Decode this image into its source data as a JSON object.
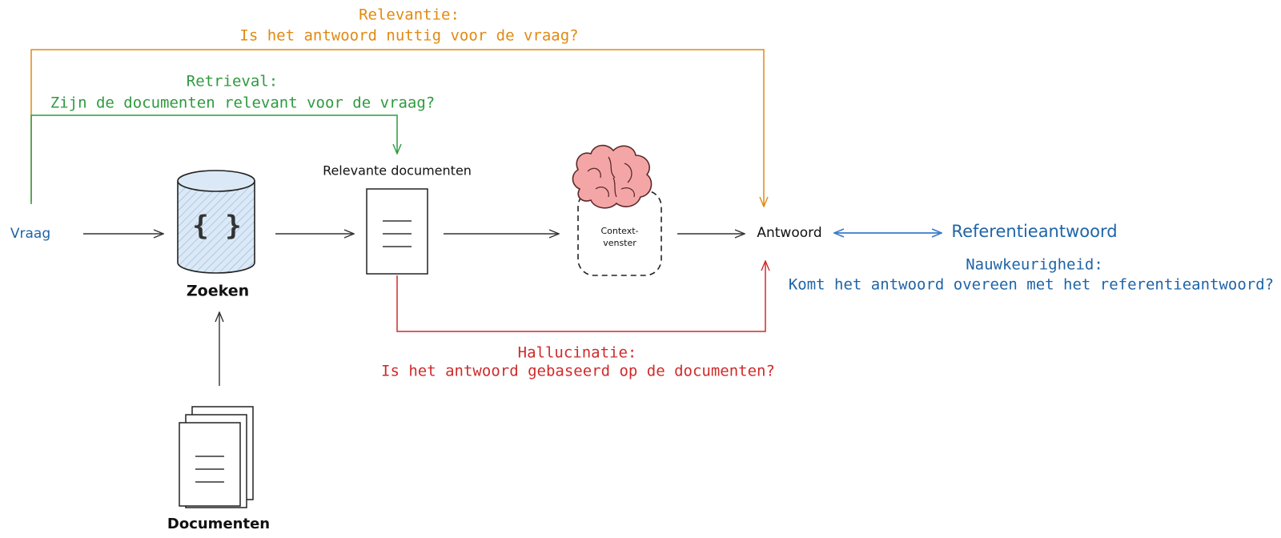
{
  "colors": {
    "relevance": "#e08a12",
    "retrieval": "#2f9a3f",
    "hallucination": "#cf2b2b",
    "accuracy": "#1f64a8",
    "reference_arrow": "#3a7bc8",
    "ink": "#222222",
    "db_fill": "#d6e6f5",
    "brain": "#f4a6a6"
  },
  "checks": {
    "relevance": {
      "title": "Relevantie:",
      "question": "Is het antwoord nuttig voor de vraag?"
    },
    "retrieval": {
      "title": "Retrieval:",
      "question": "Zijn de documenten relevant voor de vraag?"
    },
    "hallucination": {
      "title": "Hallucinatie:",
      "question": "Is het antwoord gebaseerd op de documenten?"
    },
    "accuracy": {
      "title": "Nauwkeurigheid:",
      "question": "Komt het antwoord overeen met het referentieantwoord?"
    }
  },
  "nodes": {
    "question": "Vraag",
    "search_symbol": "{ }",
    "search": "Zoeken",
    "relevant_docs": "Relevante documenten",
    "context_line1": "Context-",
    "context_line2": "venster",
    "answer": "Antwoord",
    "reference": "Referentieantwoord",
    "documents": "Documenten"
  },
  "icons": {
    "database": "database-icon",
    "document": "document-icon",
    "document_stack": "document-stack-icon",
    "brain": "brain-icon"
  }
}
